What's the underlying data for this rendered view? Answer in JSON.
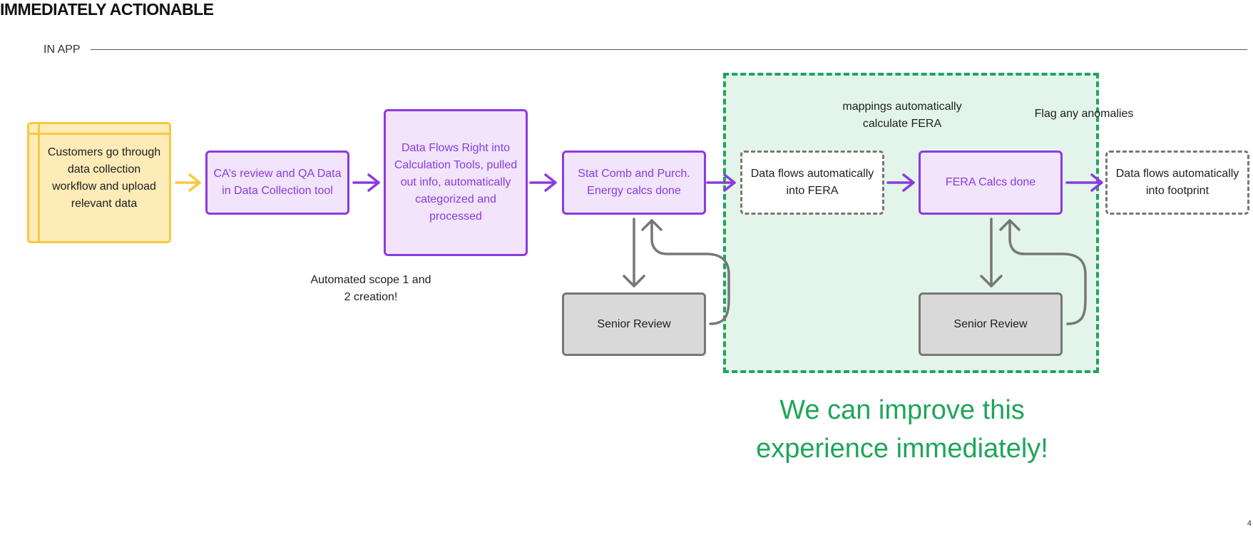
{
  "page": {
    "title": "IMMEDIATELY ACTIONABLE",
    "section_label": "IN APP",
    "page_number": "4"
  },
  "flow": {
    "customers": "Customers go through data collection workflow and upload relevant data",
    "ca_review": "CA’s review and QA Data in Data Collection tool",
    "data_flows_tools": "Data Flows Right into Calculation Tools, pulled out info, automatically categorized and processed",
    "stat_comb": "Stat Comb and Purch. Energy calcs done",
    "flows_into_fera": "Data flows automatically into FERA",
    "fera_calcs": "FERA Calcs done",
    "flows_into_footprint": "Data flows automatically into footprint",
    "senior_review_1": "Senior Review",
    "senior_review_2": "Senior Review"
  },
  "notes": {
    "automated_scope_line1": "Automated scope 1 and",
    "automated_scope_line2": "2 creation!",
    "mappings_line1": "mappings automatically",
    "mappings_line2": "calculate FERA",
    "flag_anomalies": "Flag any anomalies"
  },
  "message": {
    "line1": "We can improve this",
    "line2": "experience immediately!"
  },
  "colors": {
    "purple": "#8b3be0",
    "purple_fill": "#f1e4fb",
    "yellow": "#f8c93f",
    "yellow_fill": "#fdebb8",
    "green": "#1fa55a",
    "green_fill": "#e3f5ea",
    "grey": "#777777"
  }
}
